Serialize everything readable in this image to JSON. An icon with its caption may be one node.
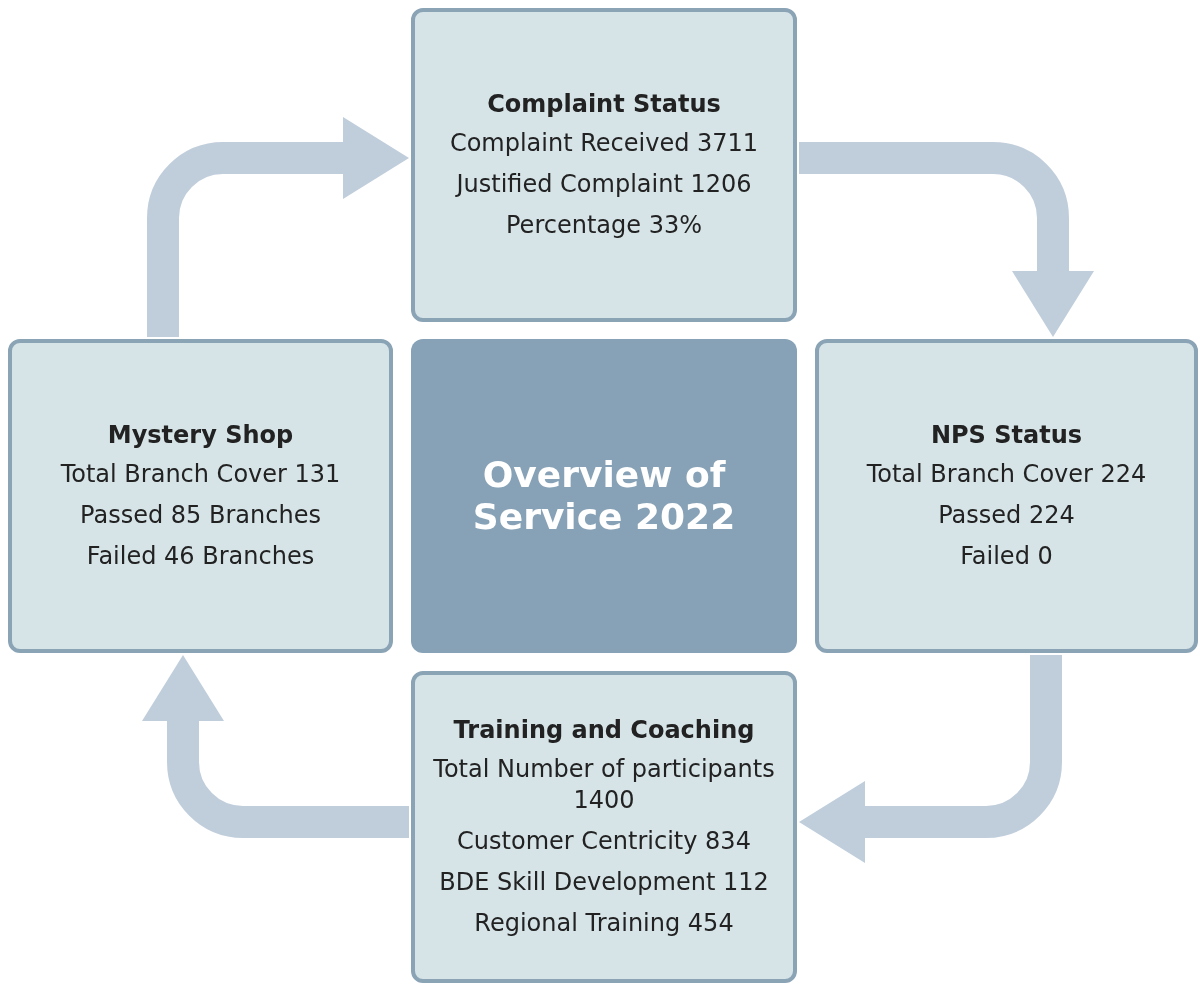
{
  "diagram": {
    "nodes": [
      {
        "text": [
          "Complaint Status",
          "Complaint Received 3711",
          "Justified Complaint 1206",
          "Percentage 33%"
        ]
      },
      {
        "text": [
          "Mystery Shop",
          "Total Branch Cover 131",
          "Passed 85 Branches",
          "Failed 46 Branches"
        ]
      },
      {
        "text": [
          "Overview of Service 2022"
        ]
      },
      {
        "text": [
          "NPS Status",
          "Total Branch Cover 224",
          "Passed 224",
          "Failed 0"
        ]
      },
      {
        "text": [
          "Training and Coaching",
          "Total Number of participants 1400",
          "Customer Centricity 834",
          "BDE Skill Development 112",
          "Regional Training 454"
        ]
      }
    ],
    "edges": [
      {
        "from": 1,
        "to": 0,
        "arrow": "to"
      },
      {
        "from": 0,
        "to": 3,
        "arrow": "to"
      },
      {
        "from": 3,
        "to": 4,
        "arrow": "to"
      },
      {
        "from": 4,
        "to": 1,
        "arrow": "to"
      }
    ]
  }
}
